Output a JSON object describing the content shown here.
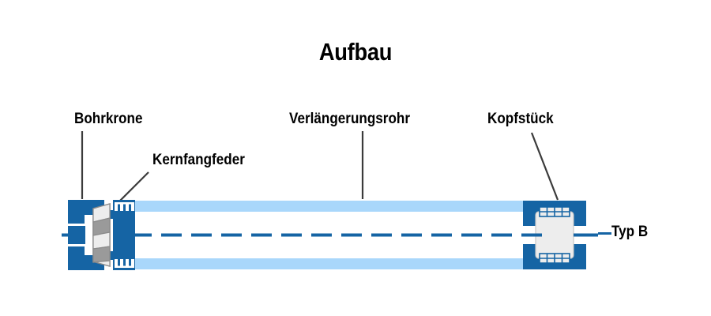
{
  "title": "Aufbau",
  "labels": {
    "bohrkrone": "Bohrkrone",
    "kernfangfeder": "Kernfangfeder",
    "verlaengerungsrohr": "Verlängerungsrohr",
    "kopfstueck": "Kopfstück",
    "typ": "Typ B"
  },
  "colors": {
    "dark_blue": "#1564A4",
    "light_blue": "#A9D7FB",
    "centerline": "#1564A4",
    "leader_line": "#3B3B3B",
    "gray_fill": "#9A9A9A",
    "light_gray_fill": "#EDEDED",
    "outline_gray": "#8A8A8A",
    "text": "#000000",
    "background": "#FFFFFF"
  },
  "components": [
    {
      "name": "Bohrkrone",
      "role": "drill-bit",
      "position": "left-end"
    },
    {
      "name": "Kernfangfeder",
      "role": "core-catcher-spring",
      "position": "left-inner"
    },
    {
      "name": "Verlängerungsrohr",
      "role": "extension-tube",
      "position": "middle"
    },
    {
      "name": "Kopfstück",
      "role": "head-piece",
      "position": "right-end"
    }
  ],
  "variant": "Typ B"
}
